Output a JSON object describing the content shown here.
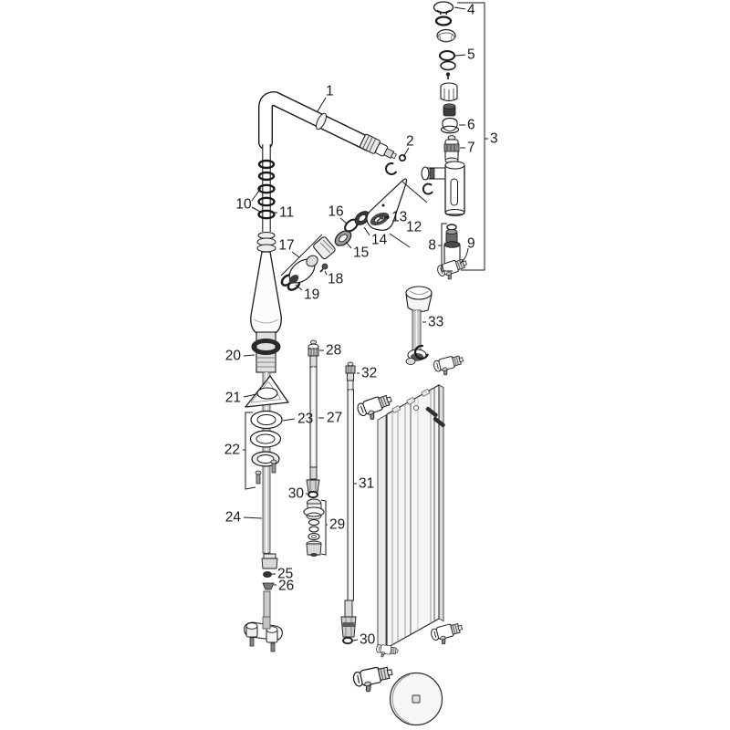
{
  "diagram": {
    "kind": "exploded-parts-diagram",
    "subject": "single-lever pull-out kitchen faucet",
    "background": "#ffffff",
    "line_color": "#1a1a1a",
    "label_color": "#1a1a1a",
    "part_numbers": [
      "1",
      "2",
      "3",
      "4",
      "5",
      "6",
      "7",
      "8",
      "9",
      "10",
      "11",
      "12",
      "13",
      "14",
      "15",
      "16",
      "17",
      "18",
      "19",
      "20",
      "21",
      "22",
      "23",
      "24",
      "25",
      "26",
      "27",
      "28",
      "29",
      "30",
      "31",
      "32",
      "33"
    ]
  },
  "labels": {
    "n1": "1",
    "n2": "2",
    "n3": "3",
    "n4": "4",
    "n5": "5",
    "n6": "6",
    "n7": "7",
    "n8": "8",
    "n9": "9",
    "n10": "10",
    "n11": "11",
    "n12": "12",
    "n13": "13",
    "n14": "14",
    "n15": "15",
    "n16": "16",
    "n17": "17",
    "n18": "18",
    "n19": "19",
    "n20": "20",
    "n21": "21",
    "n22": "22",
    "n23": "23",
    "n24": "24",
    "n25": "25",
    "n26": "26",
    "n27": "27",
    "n28": "28",
    "n29": "29",
    "n30": "30",
    "n31": "31",
    "n32": "32",
    "n33": "33"
  }
}
